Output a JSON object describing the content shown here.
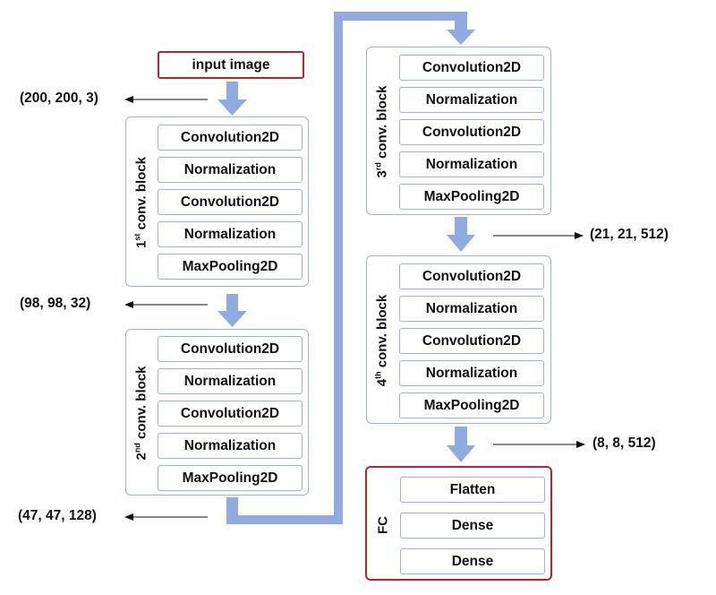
{
  "input_label": "input image",
  "shapes": [
    "(200, 200, 3)",
    "(98, 98, 32)",
    "(47, 47, 128)",
    "(21, 21, 512)",
    "(8, 8, 512)"
  ],
  "blocks": [
    {
      "ordinal": "1",
      "suffix": "st",
      "rest": " conv. block",
      "layers": [
        "Convolution2D",
        "Normalization",
        "Convolution2D",
        "Normalization",
        "MaxPooling2D"
      ]
    },
    {
      "ordinal": "2",
      "suffix": "nd",
      "rest": " conv. block",
      "layers": [
        "Convolution2D",
        "Normalization",
        "Convolution2D",
        "Normalization",
        "MaxPooling2D"
      ]
    },
    {
      "ordinal": "3",
      "suffix": "rd",
      "rest": " conv. block",
      "layers": [
        "Convolution2D",
        "Normalization",
        "Convolution2D",
        "Normalization",
        "MaxPooling2D"
      ]
    },
    {
      "ordinal": "4",
      "suffix": "th",
      "rest": " conv. block",
      "layers": [
        "Convolution2D",
        "Normalization",
        "Convolution2D",
        "Normalization",
        "MaxPooling2D"
      ]
    }
  ],
  "fc": {
    "label": "FC",
    "layers": [
      "Flatten",
      "Dense",
      "Dense"
    ]
  },
  "colors": {
    "block_border": "#9db3de",
    "accent_border": "#b3262b",
    "flow_arrow": "#8fabe0"
  }
}
